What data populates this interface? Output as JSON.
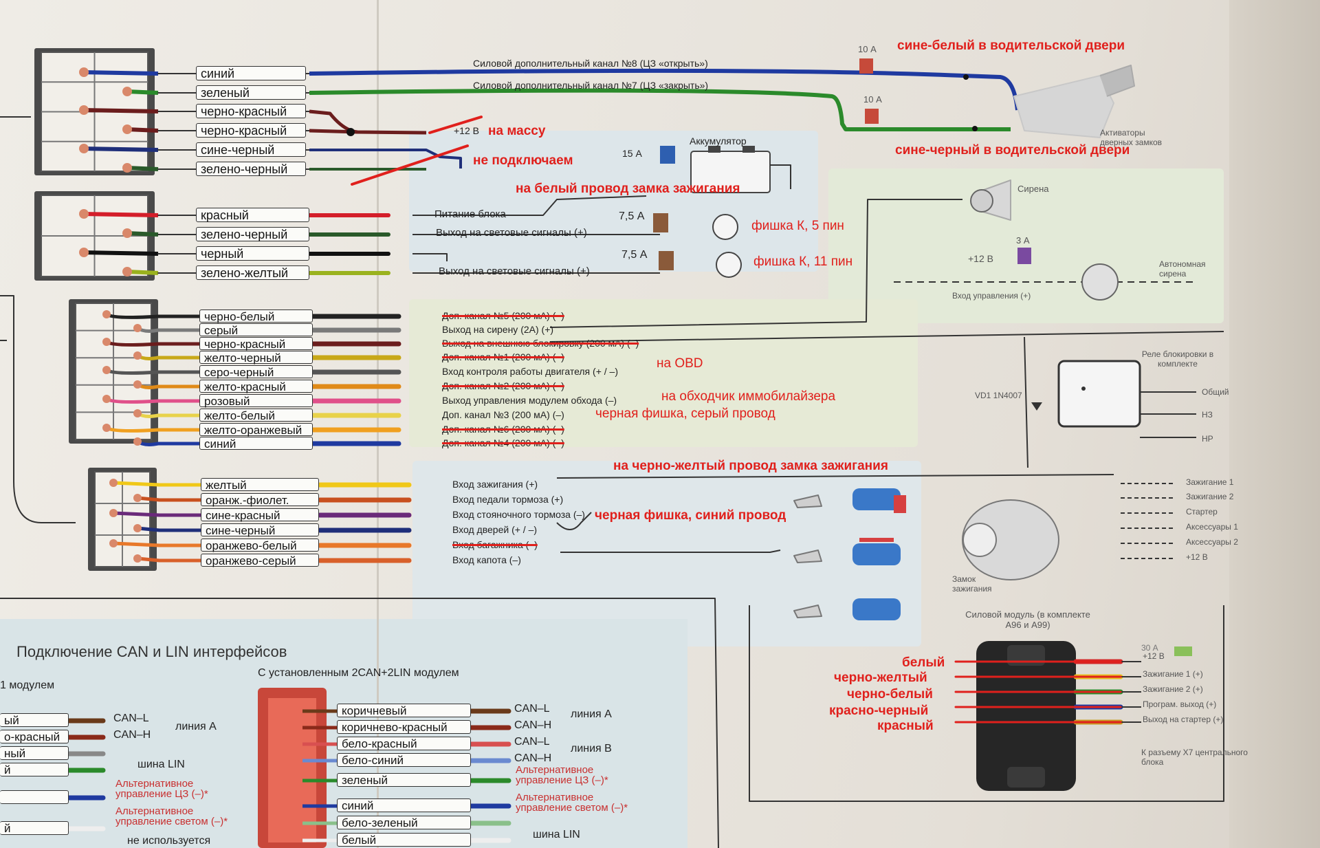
{
  "connector_a": {
    "wires": [
      {
        "label": "синий",
        "color": "#1f3aa0"
      },
      {
        "label": "зеленый",
        "color": "#2b8a2b"
      },
      {
        "label": "черно-красный",
        "color": "#6b1d1d"
      },
      {
        "label": "черно-красный",
        "color": "#6b1d1d"
      },
      {
        "label": "сине-черный",
        "color": "#1f2f7a"
      },
      {
        "label": "зелено-черный",
        "color": "#2a5a2a"
      }
    ],
    "outputs": {
      "ch8": "Силовой дополнительный канал №8 (ЦЗ «открыть»)",
      "ch7": "Силовой дополнительный канал №7 (ЦЗ «закрыть»)",
      "plus12": "+12 В"
    }
  },
  "connector_b": {
    "wires": [
      {
        "label": "красный",
        "color": "#d41e2a"
      },
      {
        "label": "зелено-черный",
        "color": "#2a5a2a"
      },
      {
        "label": "черный",
        "color": "#111111"
      },
      {
        "label": "зелено-желтый",
        "color": "#9ab21e"
      }
    ],
    "signals": [
      "Питание блока",
      "Выход на световые сигналы (+)",
      "Выход на световые сигналы (+)"
    ]
  },
  "connector_c": {
    "wires": [
      {
        "label": "черно-белый",
        "color": "#222222"
      },
      {
        "label": "серый",
        "color": "#7a7a7a"
      },
      {
        "label": "черно-красный",
        "color": "#6b1d1d"
      },
      {
        "label": "желто-черный",
        "color": "#c8a818"
      },
      {
        "label": "серо-черный",
        "color": "#555555"
      },
      {
        "label": "желто-красный",
        "color": "#e08a18"
      },
      {
        "label": "розовый",
        "color": "#e0508a"
      },
      {
        "label": "желто-белый",
        "color": "#e8d24a"
      },
      {
        "label": "желто-оранжевый",
        "color": "#f0a020"
      },
      {
        "label": "синий",
        "color": "#1f3aa0"
      }
    ],
    "signals": [
      {
        "text": "Доп. канал №5 (200 мА) (–)",
        "struck": true
      },
      {
        "text": "Выход на сирену (2А) (+)",
        "struck": false
      },
      {
        "text": "Выход на внешнюю блокировку (200 мА) (–)",
        "struck": true
      },
      {
        "text": "Доп. канал №1 (200 мА) (–)",
        "struck": true
      },
      {
        "text": "Вход контроля работы двигателя (+ / –)",
        "struck": false
      },
      {
        "text": "Доп. канал №2 (200 мА) (–)",
        "struck": true
      },
      {
        "text": "Выход управления модулем обхода (–)",
        "struck": false
      },
      {
        "text": "Доп. канал №3 (200 мА) (–)",
        "struck": false
      },
      {
        "text": "Доп. канал №6 (200 мА) (–)",
        "struck": true
      },
      {
        "text": "Доп. канал №4 (200 мА) (–)",
        "struck": true
      }
    ]
  },
  "connector_d": {
    "wires": [
      {
        "label": "желтый",
        "color": "#f0c818"
      },
      {
        "label": "оранж.-фиолет.",
        "color": "#c8501e"
      },
      {
        "label": "сине-красный",
        "color": "#6a2a7a"
      },
      {
        "label": "сине-черный",
        "color": "#1f2f7a"
      },
      {
        "label": "оранжево-белый",
        "color": "#e8782a"
      },
      {
        "label": "оранжево-серый",
        "color": "#d8602a"
      }
    ],
    "signals": [
      {
        "text": "Вход зажигания (+)",
        "struck": false
      },
      {
        "text": "Вход педали тормоза (+)",
        "struck": false
      },
      {
        "text": "Вход стояночного тормоза (–)",
        "struck": false
      },
      {
        "text": "Вход дверей (+ / –)",
        "struck": false
      },
      {
        "text": "Вход багажника (–)",
        "struck": true
      },
      {
        "text": "Вход капота (–)",
        "struck": false
      }
    ]
  },
  "components": {
    "fuse_10a": "10 А",
    "fuse_15a": "15 А",
    "fuse_75a": "7,5 А",
    "fuse_3a": "3 А",
    "fuse_30a": "30 А",
    "battery": "Аккумулятор",
    "siren": "Сирена",
    "auto_siren": "Автономная сирена",
    "siren_control": "Вход управления (+)",
    "plus12_siren": "+12 В",
    "actuators": "Активаторы дверных замков",
    "relay": "Реле блокировки в комплекте",
    "relay_common": "Общий",
    "relay_nc": "НЗ",
    "relay_no": "НР",
    "diode": "VD1 1N4007",
    "ignition_lock": "Замок зажигания",
    "ign_outputs": [
      "Зажигание 1",
      "Зажигание 2",
      "Стартер",
      "Аксессуары 1",
      "Аксессуары 2",
      "+12 В"
    ],
    "power_module": "Силовой модуль (в комплекте A96 и A99)",
    "power_module_outputs": [
      "+12 В",
      "Зажигание 1 (+)",
      "Зажигание 2 (+)",
      "Програм. выход (+)",
      "Выход на стартер (+)"
    ],
    "power_module_connector": "К разъему Х7 центрального блока"
  },
  "can_section": {
    "title": "Подключение CAN и LIN интерфейсов",
    "left_caption": "1 модулем",
    "right_caption": "С установленным 2CAN+2LIN модулем",
    "left_wires": [
      {
        "label": "ый",
        "color": "#6a3a1a"
      },
      {
        "label": "о-красный",
        "color": "#8a2a1a"
      },
      {
        "label": "ный",
        "color": "#888888"
      },
      {
        "label": "й",
        "color": "#2b8a2b"
      },
      {
        "label": "",
        "color": "#1f3aa0"
      },
      {
        "label": "й",
        "color": "#eeeeee"
      }
    ],
    "left_lines": [
      "CAN–L",
      "CAN–H",
      "линия А",
      "шина LIN",
      "Альтернативное управление ЦЗ (–)*",
      "Альтернативное управление светом (–)*",
      "не используется"
    ],
    "right_wires": [
      {
        "label": "коричневый",
        "color": "#6a3a1a"
      },
      {
        "label": "коричнево-красный",
        "color": "#8a2a1a"
      },
      {
        "label": "бело-красный",
        "color": "#d85050"
      },
      {
        "label": "бело-синий",
        "color": "#6a8ad0"
      },
      {
        "label": "зеленый",
        "color": "#2b8a2b"
      },
      {
        "label": "синий",
        "color": "#1f3aa0"
      },
      {
        "label": "бело-зеленый",
        "color": "#8ac08a"
      },
      {
        "label": "белый",
        "color": "#eeeeee"
      }
    ],
    "right_lines": [
      "CAN–L",
      "CAN–H",
      "линия А",
      "CAN–L",
      "CAN–H",
      "линия В",
      "Альтернативное управление ЦЗ (–)*",
      "Альтернативное управление светом (–)*",
      "шина LIN"
    ]
  },
  "annotations": {
    "blue_white_door": "сине-белый в водительской двери",
    "blue_black_door": "сине-черный в водительской двери",
    "to_ground": "на массу",
    "not_connected": "не подключаем",
    "white_ignition": "на белый провод замка зажигания",
    "plug_k5": "фишка К, 5 пин",
    "plug_k11": "фишка К, 11 пин",
    "obd": "на OBD",
    "bypass": "на обходчик иммобилайзера",
    "black_plug_grey": "черная фишка, серый провод",
    "black_yellow_ign": "на черно-желтый провод замка зажигания",
    "black_plug_blue": "черная фишка, синий провод",
    "pm_white": "белый",
    "pm_black_yellow": "черно-желтый",
    "pm_black_white": "черно-белый",
    "pm_red_black": "красно-черный",
    "pm_red": "красный"
  }
}
